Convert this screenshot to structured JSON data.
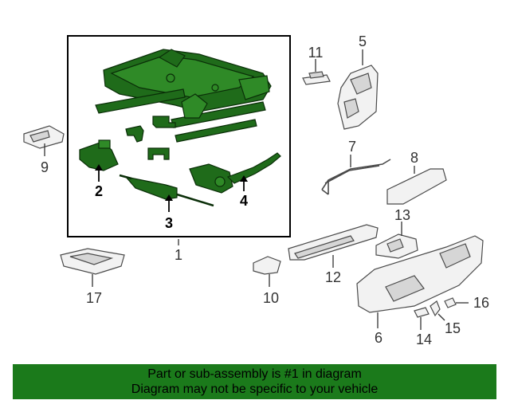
{
  "callouts": {
    "c1": "1",
    "c2": "2",
    "c3": "3",
    "c4": "4",
    "c5": "5",
    "c6": "6",
    "c7": "7",
    "c8": "8",
    "c9": "9",
    "c10": "10",
    "c11": "11",
    "c12": "12",
    "c13": "13",
    "c14": "14",
    "c15": "15",
    "c16": "16",
    "c17": "17"
  },
  "banner": {
    "line1": "Part or sub-assembly is #1 in diagram",
    "line2": "Diagram may not be specific to your vehicle"
  },
  "colors": {
    "highlight_green": "#1f6b1a",
    "banner_green": "#1b7a1b",
    "line_gray": "#4a4a4a"
  }
}
